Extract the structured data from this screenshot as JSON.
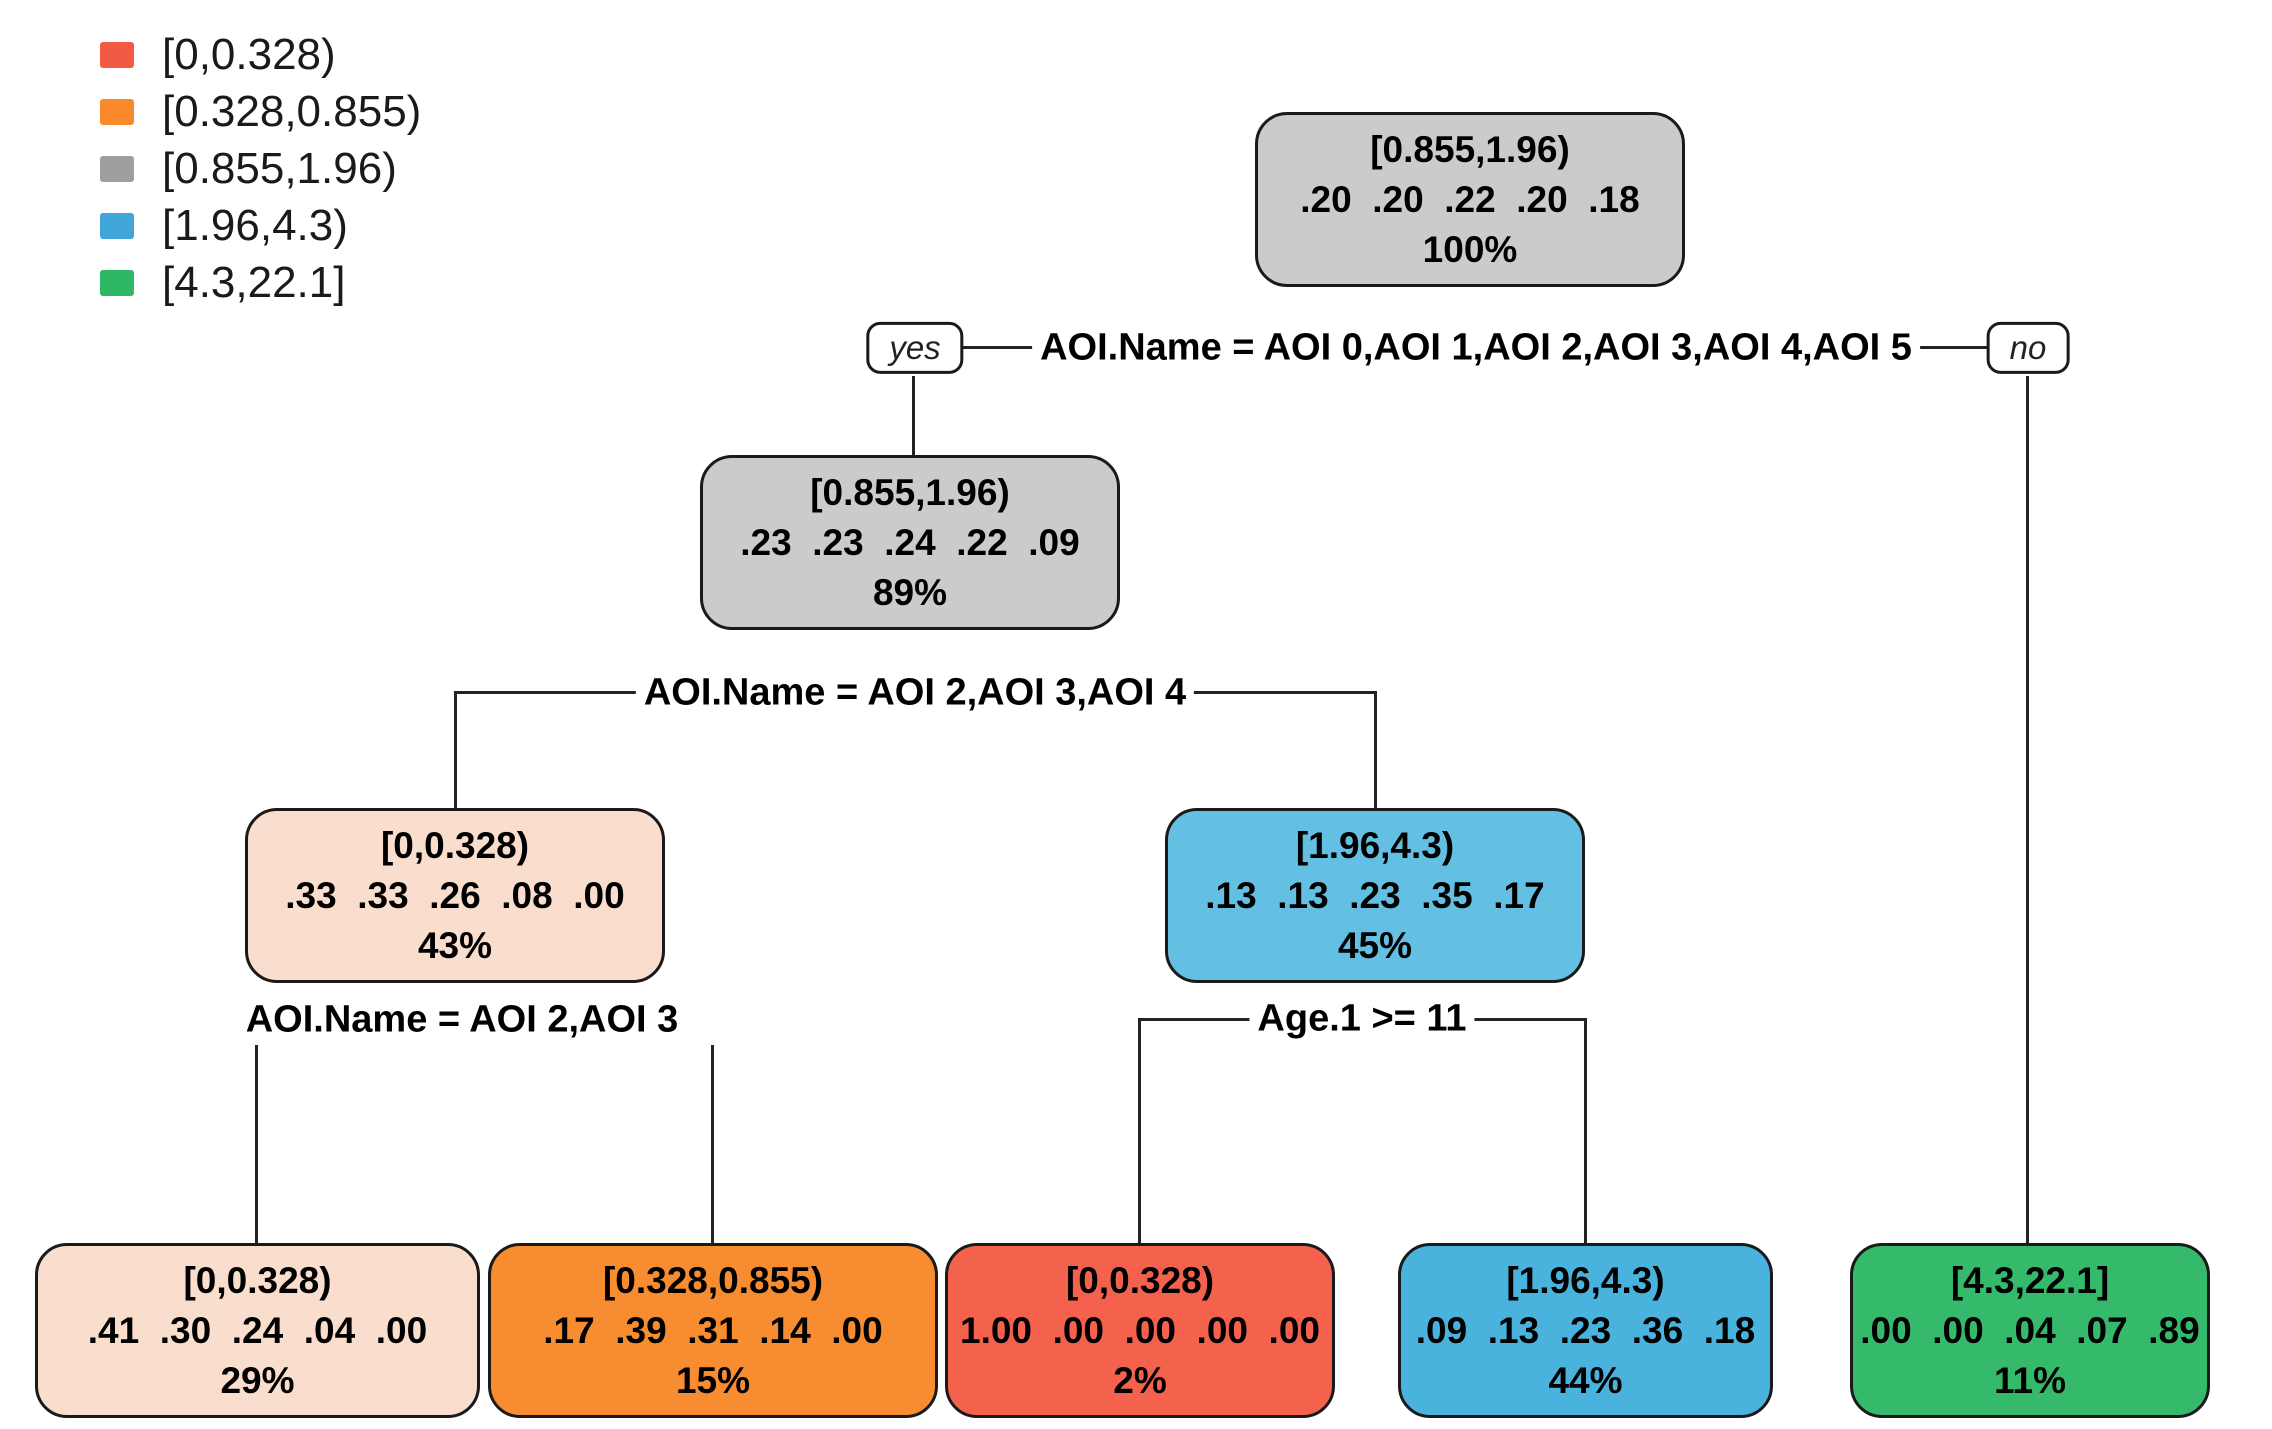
{
  "legend": {
    "items": [
      {
        "label": "[0,0.328)",
        "color": "#f25b43"
      },
      {
        "label": "[0.328,0.855)",
        "color": "#f98a2b"
      },
      {
        "label": "[0.855,1.96)",
        "color": "#9e9e9e"
      },
      {
        "label": "[1.96,4.3)",
        "color": "#42a5d8"
      },
      {
        "label": "[4.3,22.1]",
        "color": "#2eb864"
      }
    ]
  },
  "tree": {
    "splits": [
      {
        "condition": "AOI.Name = AOI 0,AOI 1,AOI 2,AOI 3,AOI 4,AOI 5",
        "yes_label": "yes",
        "no_label": "no"
      },
      {
        "condition": "AOI.Name = AOI 2,AOI 3,AOI 4"
      },
      {
        "condition": "AOI.Name = AOI 2,AOI 3"
      },
      {
        "condition": "Age.1 >= 11"
      }
    ],
    "nodes": [
      {
        "class_label": "[0.855,1.96)",
        "probs": ".20  .20  .22  .20  .18",
        "percent": "100%",
        "color": "#cbcbcb"
      },
      {
        "class_label": "[0.855,1.96)",
        "probs": ".23  .23  .24  .22  .09",
        "percent": "89%",
        "color": "#cbcbcb"
      },
      {
        "class_label": "[0,0.328)",
        "probs": ".33  .33  .26  .08  .00",
        "percent": "43%",
        "color": "#f9ddcd"
      },
      {
        "class_label": "[1.96,4.3)",
        "probs": ".13  .13  .23  .35  .17",
        "percent": "45%",
        "color": "#63c0e2"
      },
      {
        "class_label": "[0,0.328)",
        "probs": ".41  .30  .24  .04  .00",
        "percent": "29%",
        "color": "#f9ddcd"
      },
      {
        "class_label": "[0.328,0.855)",
        "probs": ".17  .39  .31  .14  .00",
        "percent": "15%",
        "color": "#f78c31"
      },
      {
        "class_label": "[0,0.328)",
        "probs": "1.00  .00  .00  .00  .00",
        "percent": "2%",
        "color": "#f4614c"
      },
      {
        "class_label": "[1.96,4.3)",
        "probs": ".09  .13  .23  .36  .18",
        "percent": "44%",
        "color": "#4ab3dd"
      },
      {
        "class_label": "[4.3,22.1]",
        "probs": ".00  .00  .04  .07  .89",
        "percent": "11%",
        "color": "#35ba6b"
      }
    ]
  }
}
